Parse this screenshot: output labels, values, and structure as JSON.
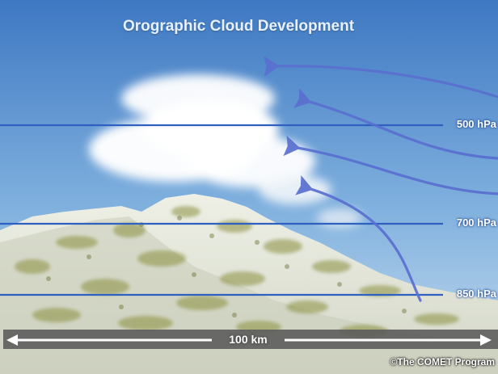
{
  "diagram": {
    "title": "Orographic Cloud Development",
    "pressure_levels": [
      {
        "label": "500 hPa"
      },
      {
        "label": "700 hPa"
      },
      {
        "label": "850 hPa"
      }
    ],
    "scale": {
      "label": "100 km"
    },
    "credit": "©The COMET Program",
    "colors": {
      "sky_top": "#3e78c2",
      "sky_bottom": "#bcd6ec",
      "pressure_line": "#2f5fbf",
      "flow_arrow": "#5a6fd0",
      "cloud": "#ffffff",
      "terrain": "#dfe3d6",
      "vegetation": "#8a8f3e"
    }
  }
}
